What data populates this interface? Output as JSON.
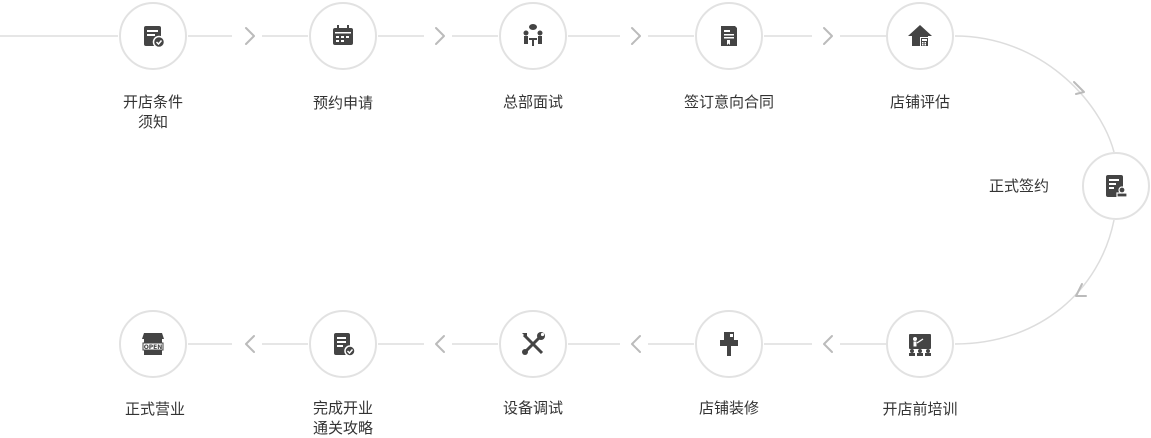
{
  "colors": {
    "line": "#dddddd",
    "node_border": "#e2e2e2",
    "icon": "#444444",
    "text": "#333333",
    "arrow": "#bbbbbb"
  },
  "steps": [
    {
      "lines": [
        "开店条件",
        "须知"
      ],
      "icon": "notice-check-icon"
    },
    {
      "lines": [
        "预约申请"
      ],
      "icon": "calendar-icon"
    },
    {
      "lines": [
        "总部面试"
      ],
      "icon": "interview-icon"
    },
    {
      "lines": [
        "签订意向合同"
      ],
      "icon": "contract-book-icon"
    },
    {
      "lines": [
        "店铺评估"
      ],
      "icon": "house-calculator-icon"
    },
    {
      "lines": [
        "正式签约"
      ],
      "icon": "sign-document-icon"
    },
    {
      "lines": [
        "开店前培训"
      ],
      "icon": "training-board-icon"
    },
    {
      "lines": [
        "店铺装修"
      ],
      "icon": "paint-brush-icon"
    },
    {
      "lines": [
        "设备调试"
      ],
      "icon": "tools-icon"
    },
    {
      "lines": [
        "完成开业",
        "通关攻略"
      ],
      "icon": "checklist-icon"
    },
    {
      "lines": [
        "正式营业"
      ],
      "icon": "open-shop-icon"
    }
  ],
  "open_sign": "OPEN"
}
